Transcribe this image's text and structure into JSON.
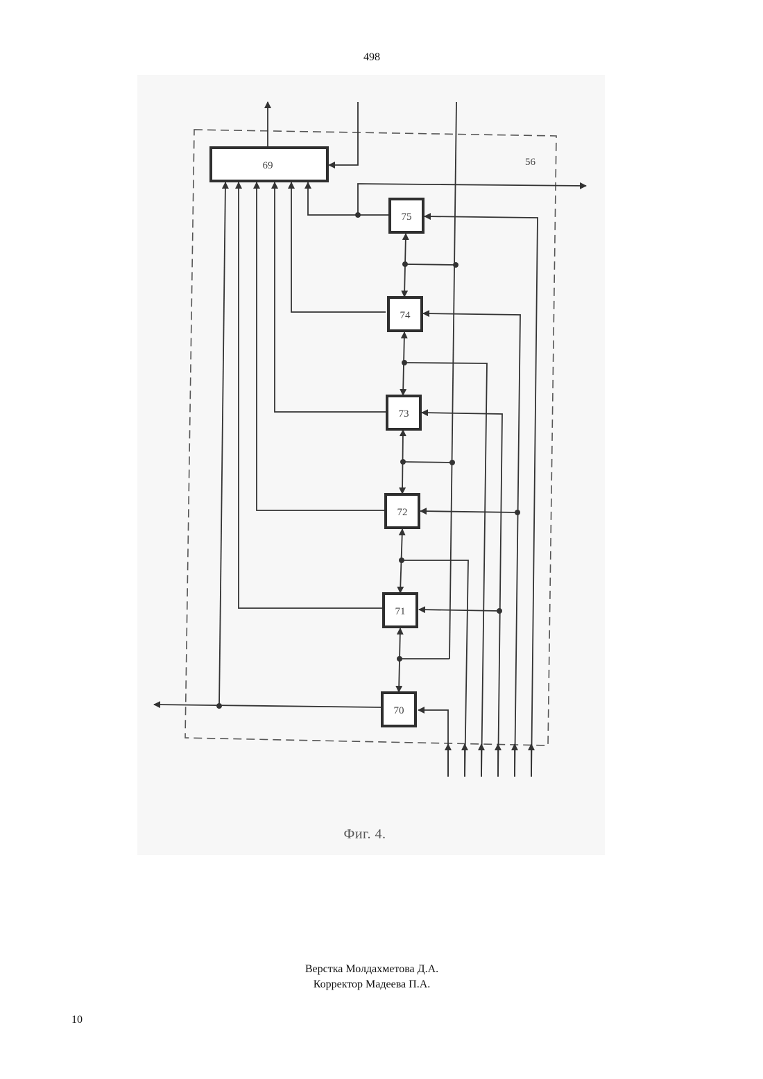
{
  "header": {
    "page_number": "498"
  },
  "figure": {
    "frame_label": "56",
    "caption": "Фиг. 4.",
    "blocks": {
      "b69": "69",
      "b70": "70",
      "b71": "71",
      "b72": "72",
      "b73": "73",
      "b74": "74",
      "b75": "75"
    }
  },
  "footer": {
    "credits": [
      "Верстка Молдахметова Д.А.",
      "Корректор Мадеева П.А."
    ],
    "page_number": "10"
  }
}
